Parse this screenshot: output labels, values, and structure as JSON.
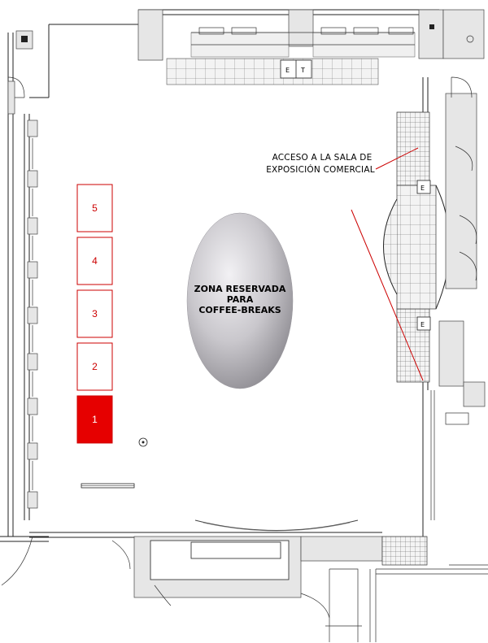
{
  "zone": {
    "line1": "ZONA RESERVADA",
    "line2": "PARA",
    "line3": "COFFEE-BREAKS"
  },
  "annotation": {
    "line1": "ACCESO A LA SALA DE",
    "line2": "EXPOSICIÓN COMERCIAL"
  },
  "booths": [
    {
      "label": "5",
      "selected": false
    },
    {
      "label": "4",
      "selected": false
    },
    {
      "label": "3",
      "selected": false
    },
    {
      "label": "2",
      "selected": false
    },
    {
      "label": "1",
      "selected": true
    }
  ],
  "symbols": {
    "e": "E",
    "t": "T"
  },
  "colors": {
    "booth_selected": "#e60000",
    "booth_outline": "#cc0000",
    "ellipse_light": "#ecebee",
    "ellipse_dark": "#8f8d93",
    "pointer_line": "#cc0000"
  }
}
